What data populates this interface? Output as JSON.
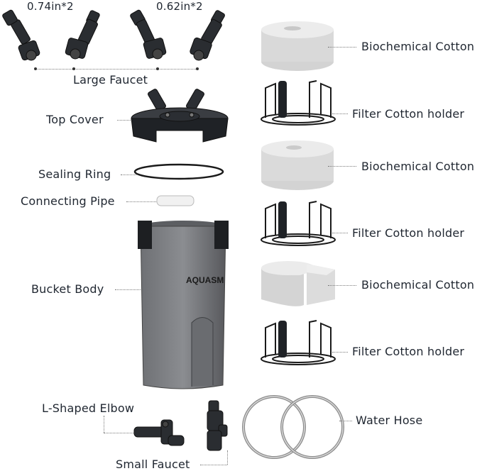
{
  "faucets": {
    "size_a": "0.74in*2",
    "size_b": "0.62in*2",
    "label": "Large Faucet"
  },
  "left_parts": {
    "top_cover": "Top Cover",
    "sealing_ring": "Sealing Ring",
    "connecting_pipe": "Connecting Pipe",
    "bucket_body": "Bucket Body",
    "l_shaped_elbow": "L-Shaped Elbow",
    "small_faucet": "Small Faucet"
  },
  "bucket_brand": "AQUASM",
  "right_parts": {
    "cotton_1": "Biochemical Cotton",
    "holder_1": "Filter Cotton holder",
    "cotton_2": "Biochemical Cotton",
    "holder_2": "Filter Cotton holder",
    "cotton_3": "Biochemical Cotton",
    "holder_3": "Filter Cotton holder",
    "water_hose": "Water Hose"
  }
}
